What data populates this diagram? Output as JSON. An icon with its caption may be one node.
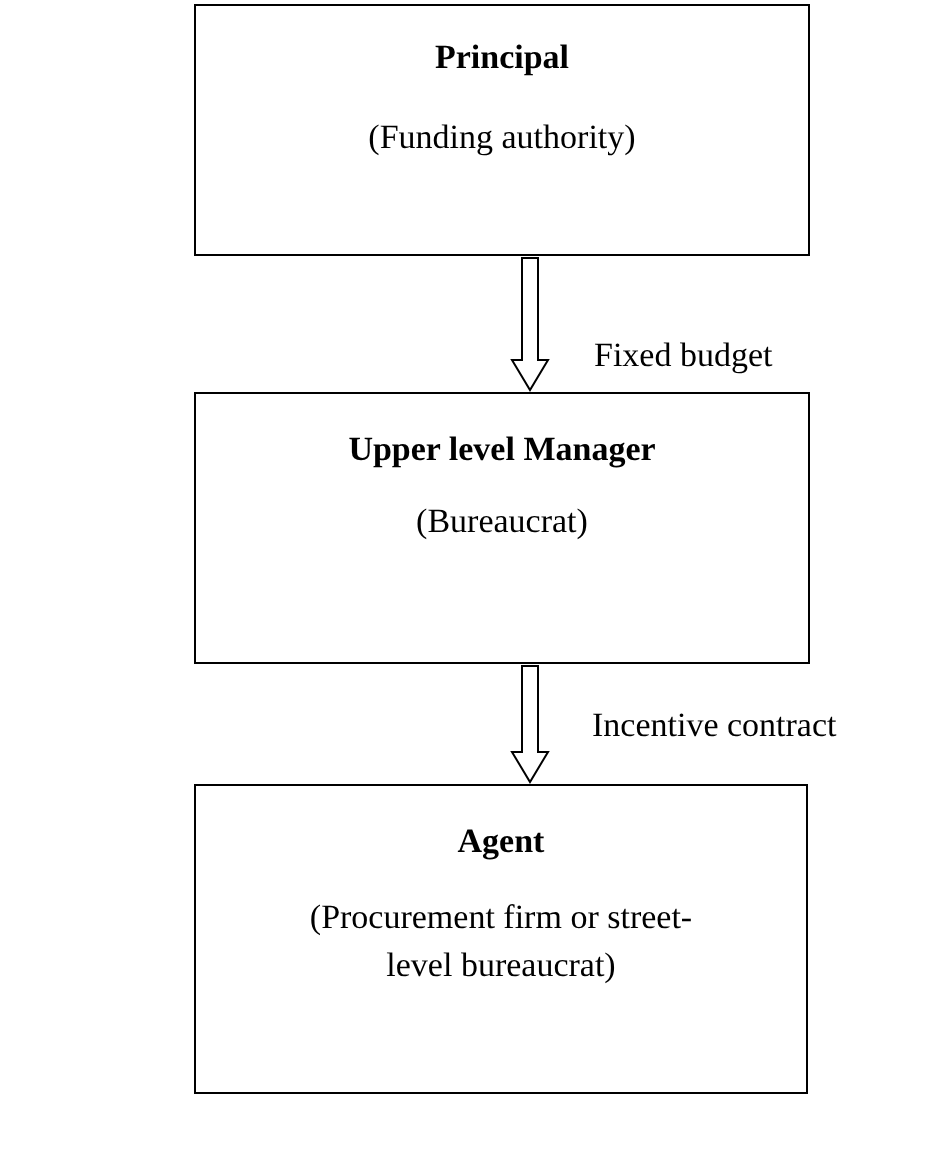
{
  "diagram": {
    "nodes": [
      {
        "text": [
          "Principal",
          "(Funding authority)"
        ]
      },
      {
        "text": [
          "Upper level Manager",
          "(Bureaucrat)"
        ]
      },
      {
        "text": [
          "Agent",
          "(Procurement firm or street-level bureaucrat)"
        ]
      }
    ],
    "edges": [
      {
        "from": 0,
        "to": 1,
        "arrow": "to",
        "label": "Fixed budget"
      },
      {
        "from": 1,
        "to": 2,
        "arrow": "to",
        "label": "Incentive contract"
      }
    ]
  }
}
